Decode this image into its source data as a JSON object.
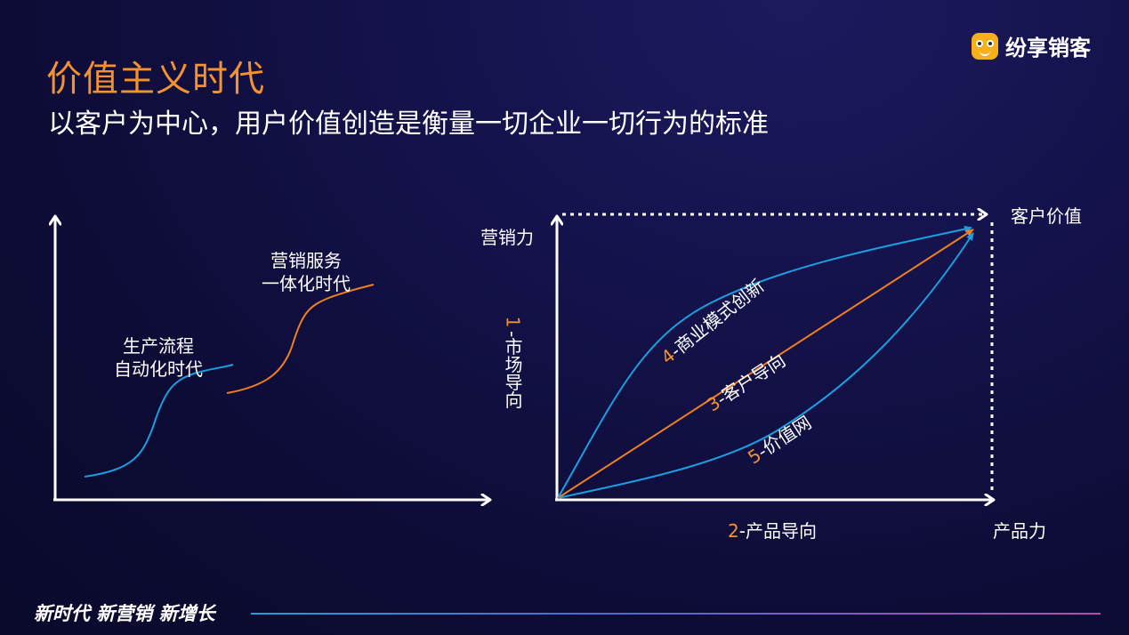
{
  "header": {
    "title": "价值主义时代",
    "subtitle": "以客户为中心，用户价值创造是衡量一切企业一切行为的标准"
  },
  "brand": {
    "name": "纷享销客",
    "logo_color": "#f6b01c"
  },
  "left_diagram": {
    "curve1_label_line1": "生产流程",
    "curve1_label_line2": "自动化时代",
    "curve2_label_line1": "营销服务",
    "curve2_label_line2": "一体化时代",
    "curve1_color": "#1a9fe0",
    "curve2_color": "#f07f1e"
  },
  "right_diagram": {
    "y_axis_label": "营销力",
    "x_axis_label": "产品力",
    "target_label": "客户价值",
    "dir1_num": "1",
    "dir1_text": "-市场导向",
    "dir2_num": "2",
    "dir2_text": "-产品导向",
    "dir3_num": "3",
    "dir3_text": "-客户导向",
    "dir4_num": "4",
    "dir4_text": "-商业模式创新",
    "dir5_num": "5",
    "dir5_text": "-价值网",
    "accent_color": "#f5922e",
    "blue_color": "#1a9fe0"
  },
  "footer": {
    "slogan": "新时代 新营销 新增长"
  }
}
